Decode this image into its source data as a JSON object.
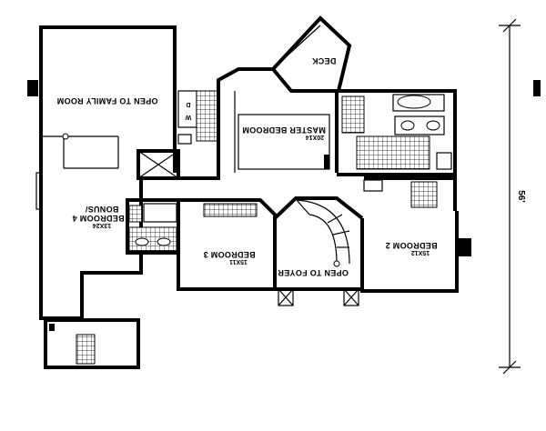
{
  "rooms": {
    "open_family": "OPEN TO FAMILY ROOM",
    "deck": "DECK",
    "master_name": "MASTER BEDROOM",
    "master_size": "20X14",
    "bonus_name_1": "BONUS/",
    "bonus_name_2": "BEDROOM 4",
    "bonus_size": "13X24",
    "bedroom3_name": "BEDROOM 3",
    "bedroom3_size": "15X11",
    "bedroom2_name": "BEDROOM 2",
    "bedroom2_size": "15X12",
    "open_foyer": "OPEN TO FOYER"
  },
  "appliances": {
    "dryer": "D",
    "washer": "W"
  },
  "dimension": {
    "overall_depth": "56'"
  }
}
